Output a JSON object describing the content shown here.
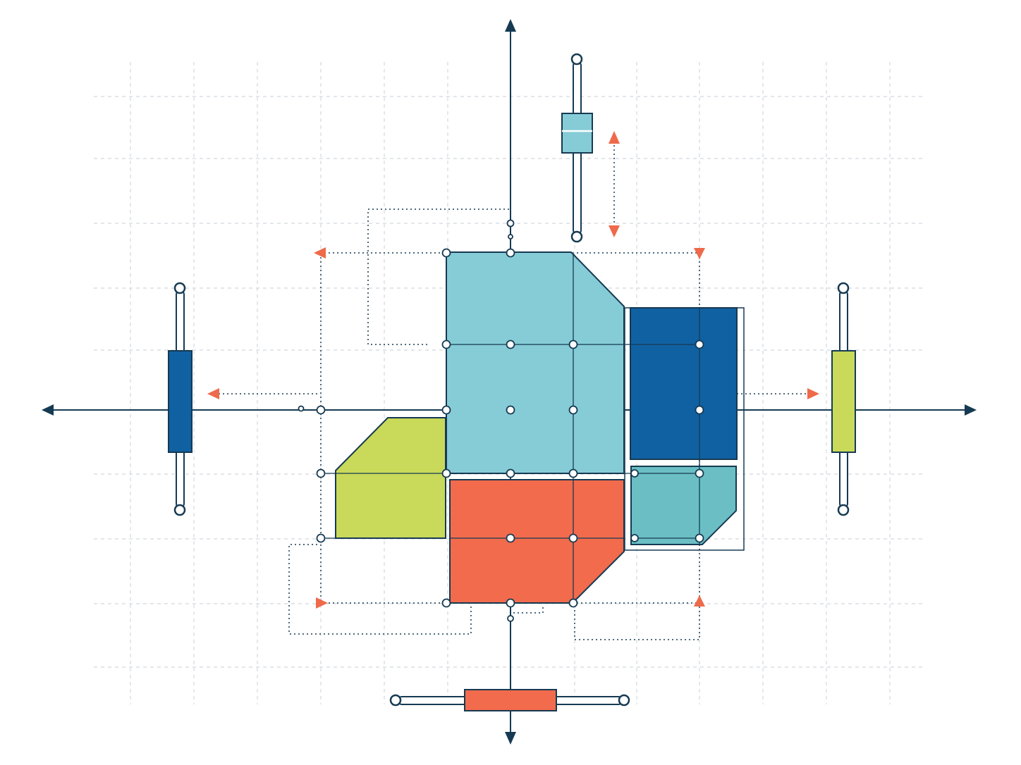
{
  "colors": {
    "background": "#ffffff",
    "grid": "#d2d8de",
    "ink": "#163a52",
    "panel_light_blue": "#86ccd7",
    "panel_dark_blue": "#1061a2",
    "panel_lime": "#c9d95a",
    "panel_orange": "#f26b4c",
    "panel_teal": "#6bbfc4",
    "arrow_accent": "#ee6a4a"
  },
  "icons": {
    "axis_arrow": "triangle-arrowhead",
    "node": "hollow-circle",
    "slider_handle": "rectangle-handle"
  },
  "sliders": {
    "top": "vertical",
    "left": "vertical",
    "right": "vertical",
    "bottom": "horizontal"
  }
}
